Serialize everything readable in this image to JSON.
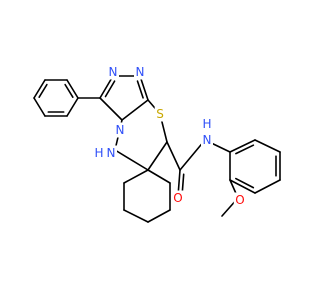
{
  "colors": {
    "bond": "#000000",
    "N": "#3050F8",
    "S": "#C8A800",
    "O": "#FF0D0D",
    "background": "#ffffff"
  },
  "atom_labels": {
    "n_triazole_top": "N",
    "n_triazole_right": "N",
    "n_triazole_bridge": "N",
    "s_thiadiazine": "S",
    "n_amide": "N",
    "h_amide": "H",
    "n_hydrazine": "N",
    "h_hydrazine": "H",
    "o_carbonyl": "O",
    "o_methoxy": "O"
  }
}
